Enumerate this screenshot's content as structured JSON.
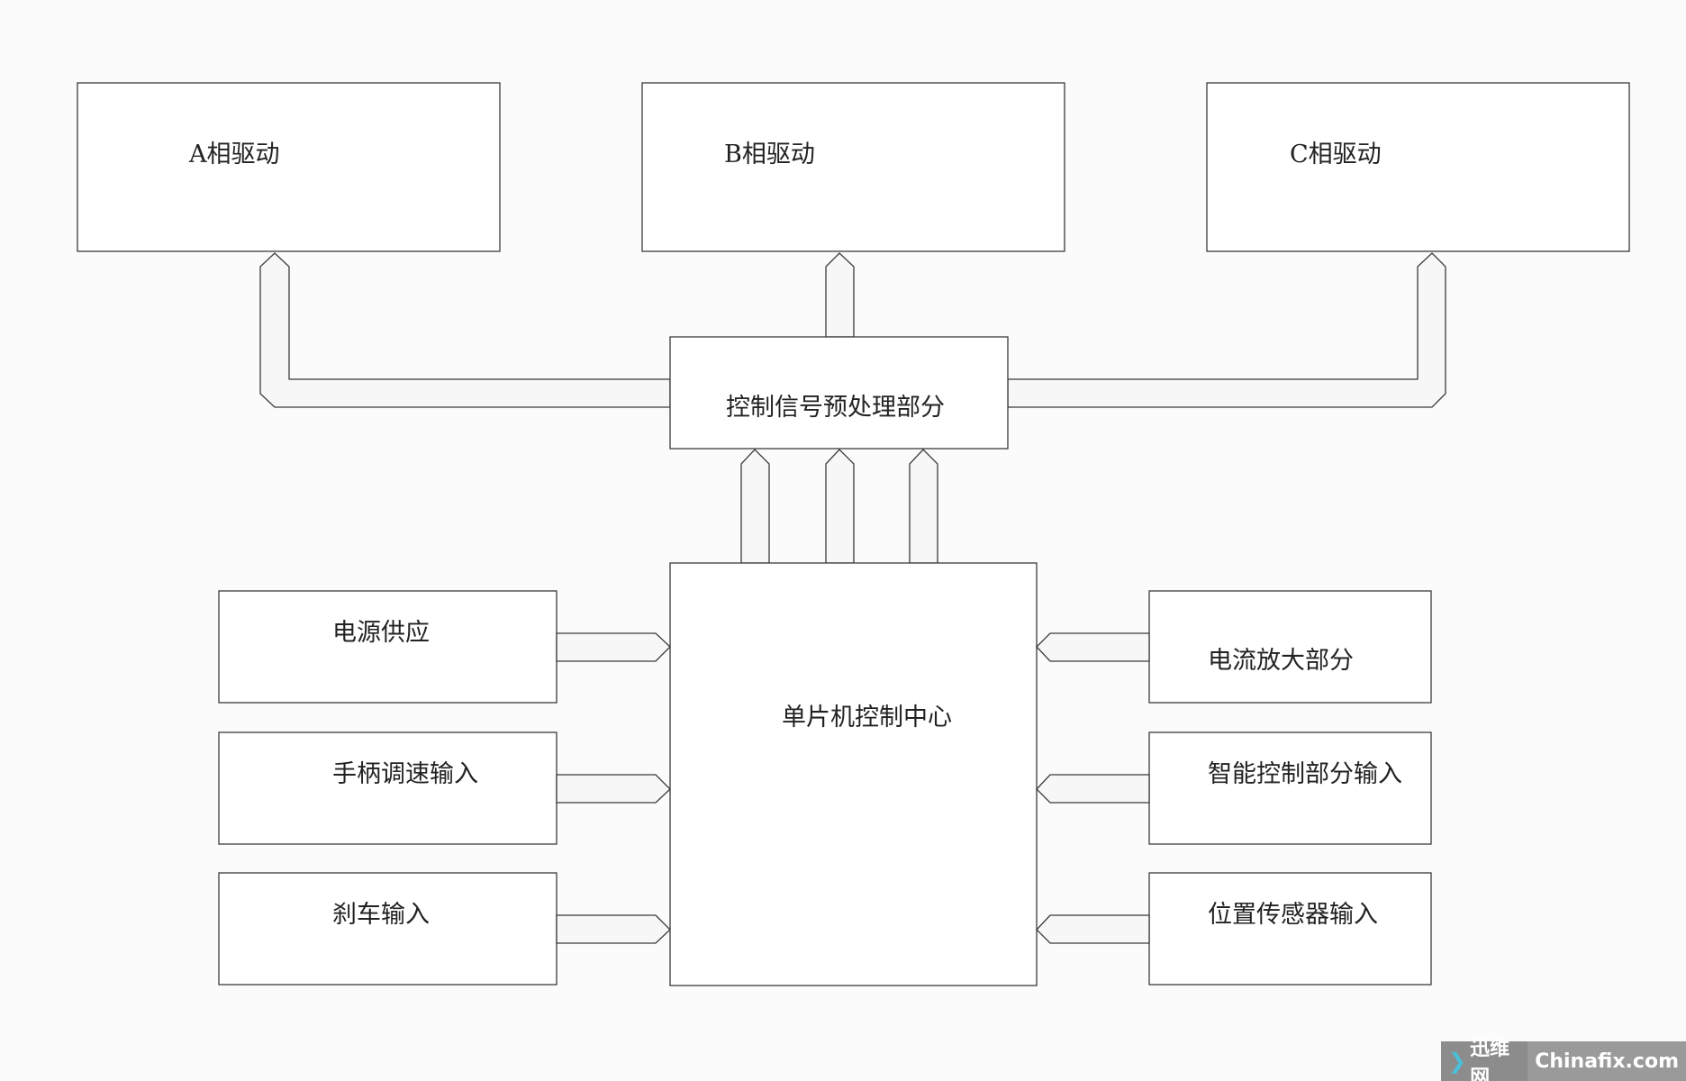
{
  "drivers": {
    "phase_a": "A相驱动",
    "phase_b": "B相驱动",
    "phase_c": "C相驱动"
  },
  "preprocess": "控制信号预处理部分",
  "mcu": "单片机控制中心",
  "left_inputs": {
    "power": "电源供应",
    "handle": "手柄调速输入",
    "brake": "刹车输入"
  },
  "right_inputs": {
    "current": "电流放大部分",
    "smart": "智能控制部分输入",
    "position": "位置传感器输入"
  },
  "watermark": {
    "brand": "迅维网",
    "site": "Chinafix.com"
  }
}
